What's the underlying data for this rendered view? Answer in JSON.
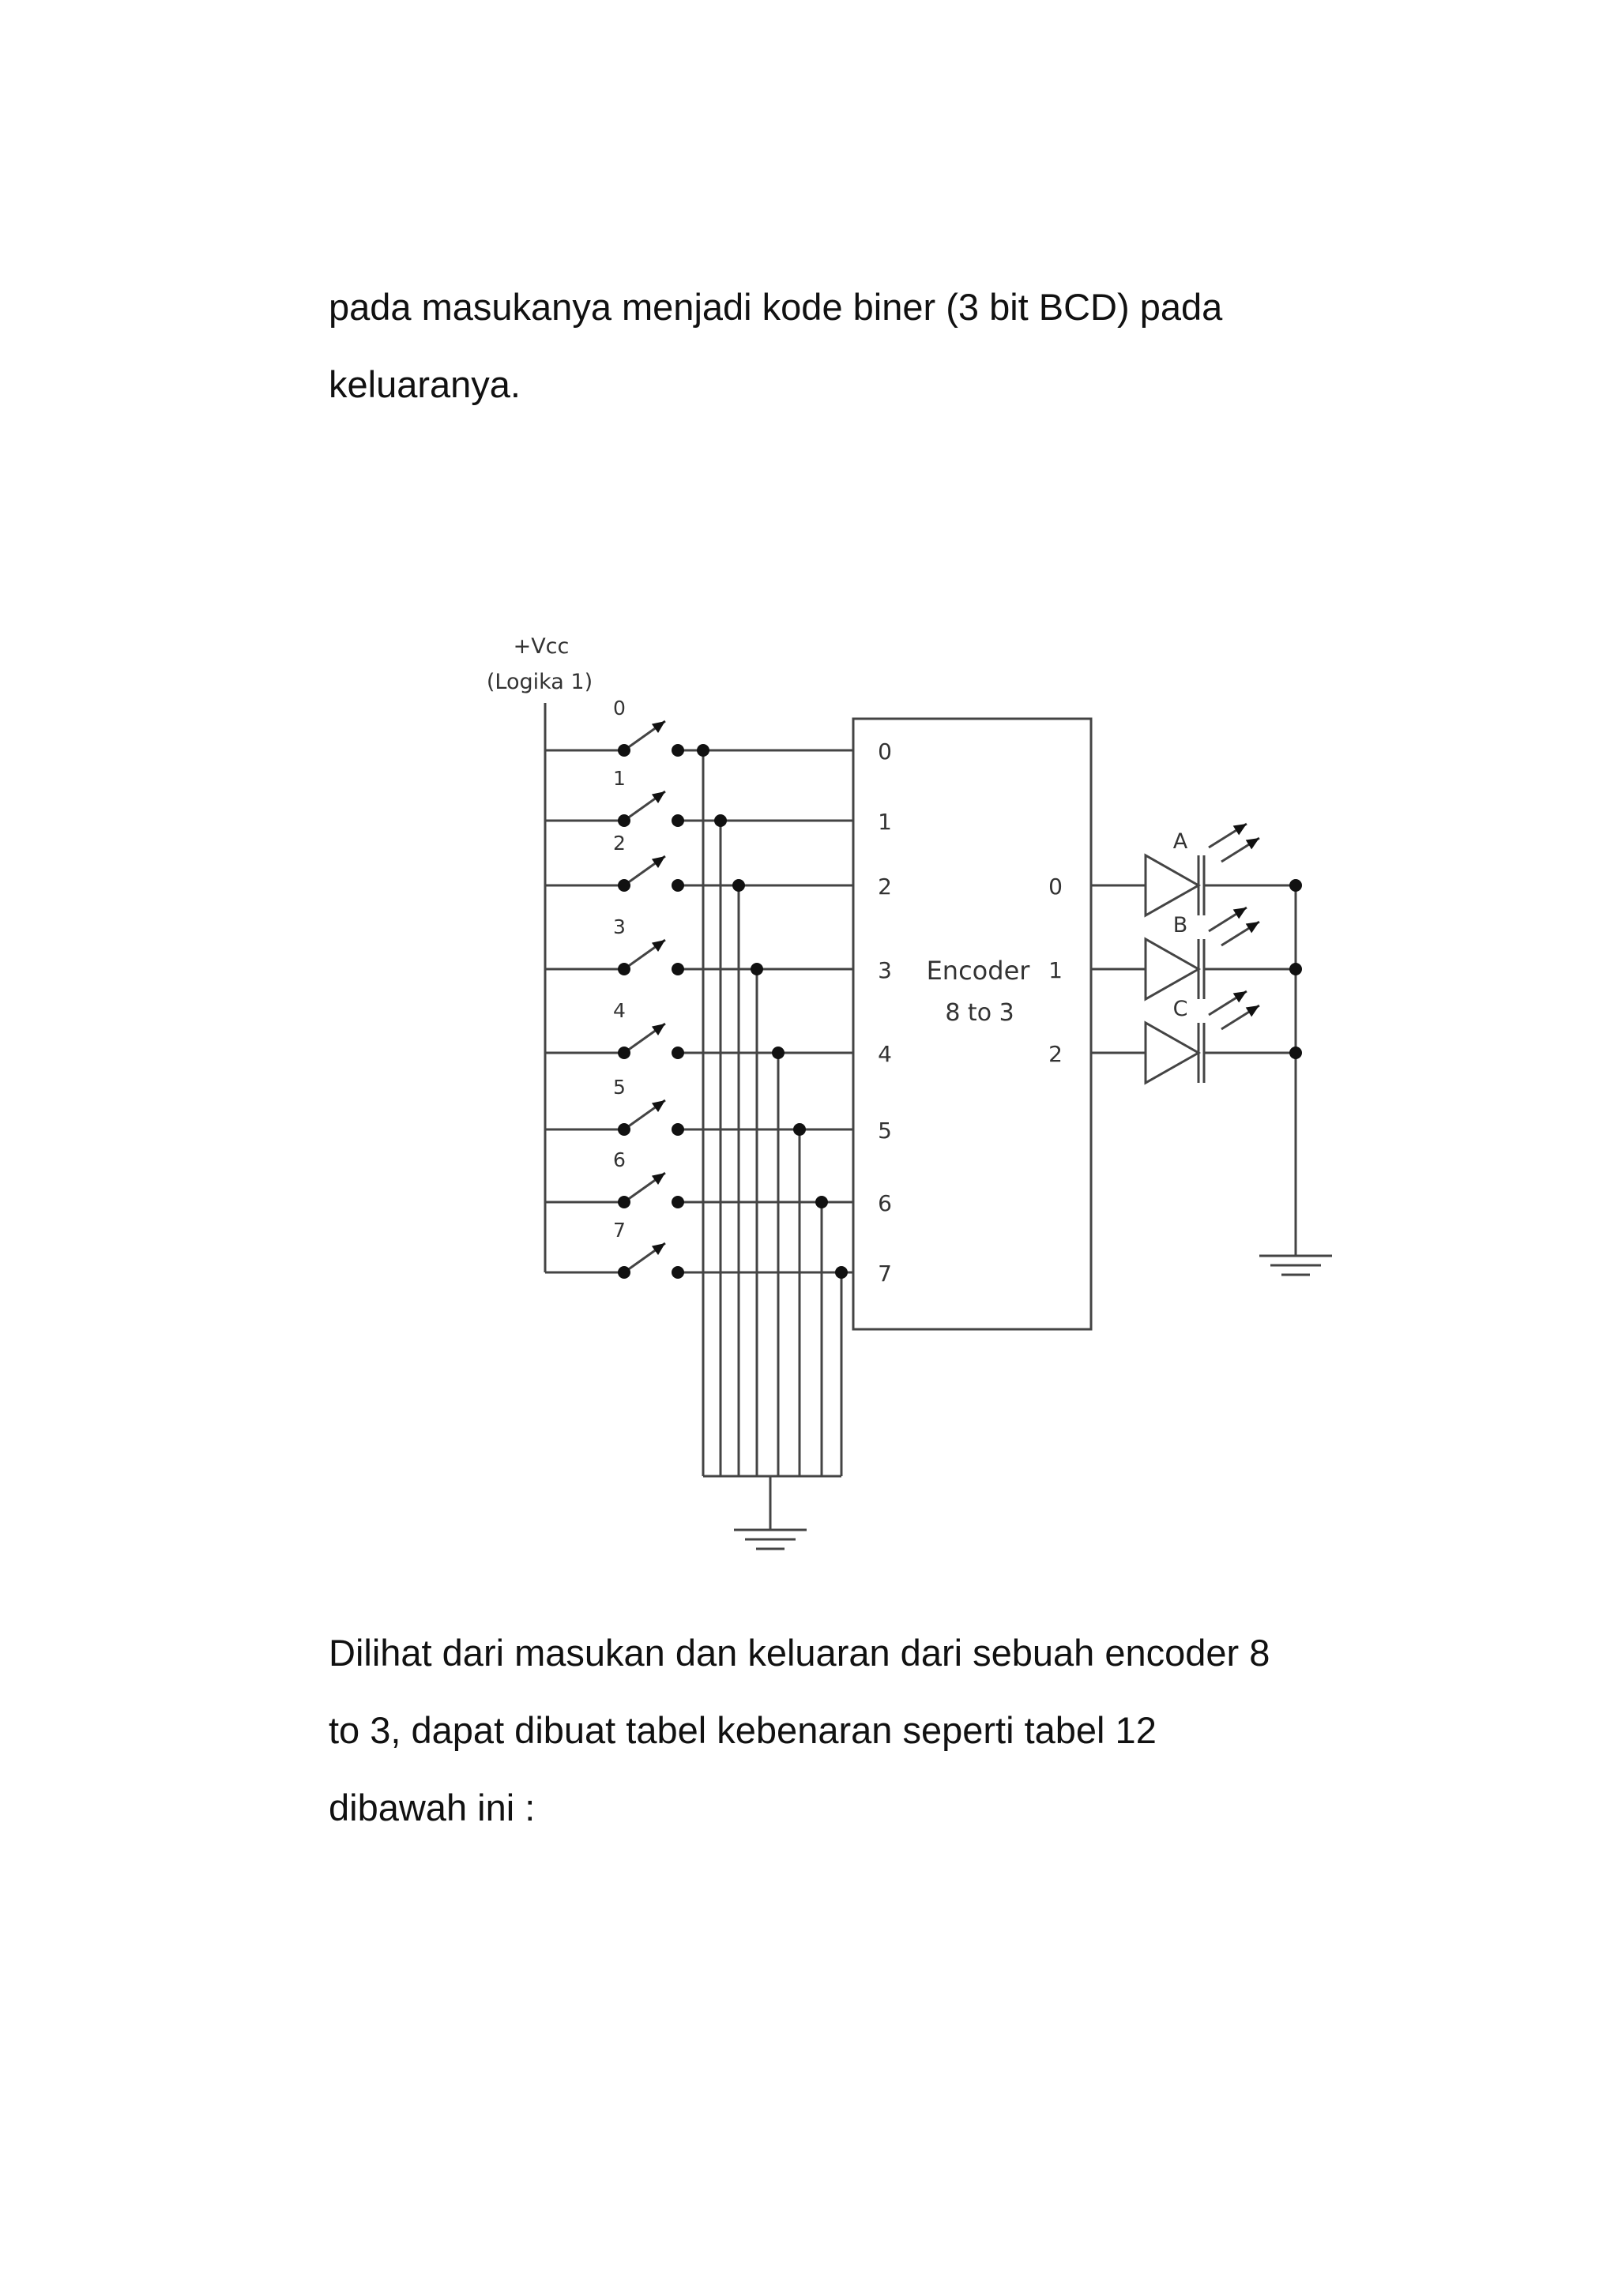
{
  "paragraph_top": {
    "lines": [
      "pada masukanya menjadi kode biner (3 bit BCD) pada",
      "keluaranya."
    ]
  },
  "figure": {
    "vcc_label": "+Vcc",
    "logic_label": "(Logika 1)",
    "switch_labels": [
      "0",
      "1",
      "2",
      "3",
      "4",
      "5",
      "6",
      "7"
    ],
    "encoder": {
      "input_labels": [
        "0",
        "1",
        "2",
        "3",
        "4",
        "5",
        "6",
        "7"
      ],
      "output_labels": [
        "0",
        "1",
        "2"
      ],
      "title_line1": "Encoder",
      "title_line2": "8 to 3"
    },
    "led_labels": [
      "A",
      "B",
      "C"
    ]
  },
  "paragraph_bottom": {
    "lines": [
      "Dilihat dari masukan dan keluaran dari sebuah encoder 8",
      "to 3, dapat dibuat tabel kebenaran seperti tabel 12",
      "dibawah ini :"
    ]
  }
}
